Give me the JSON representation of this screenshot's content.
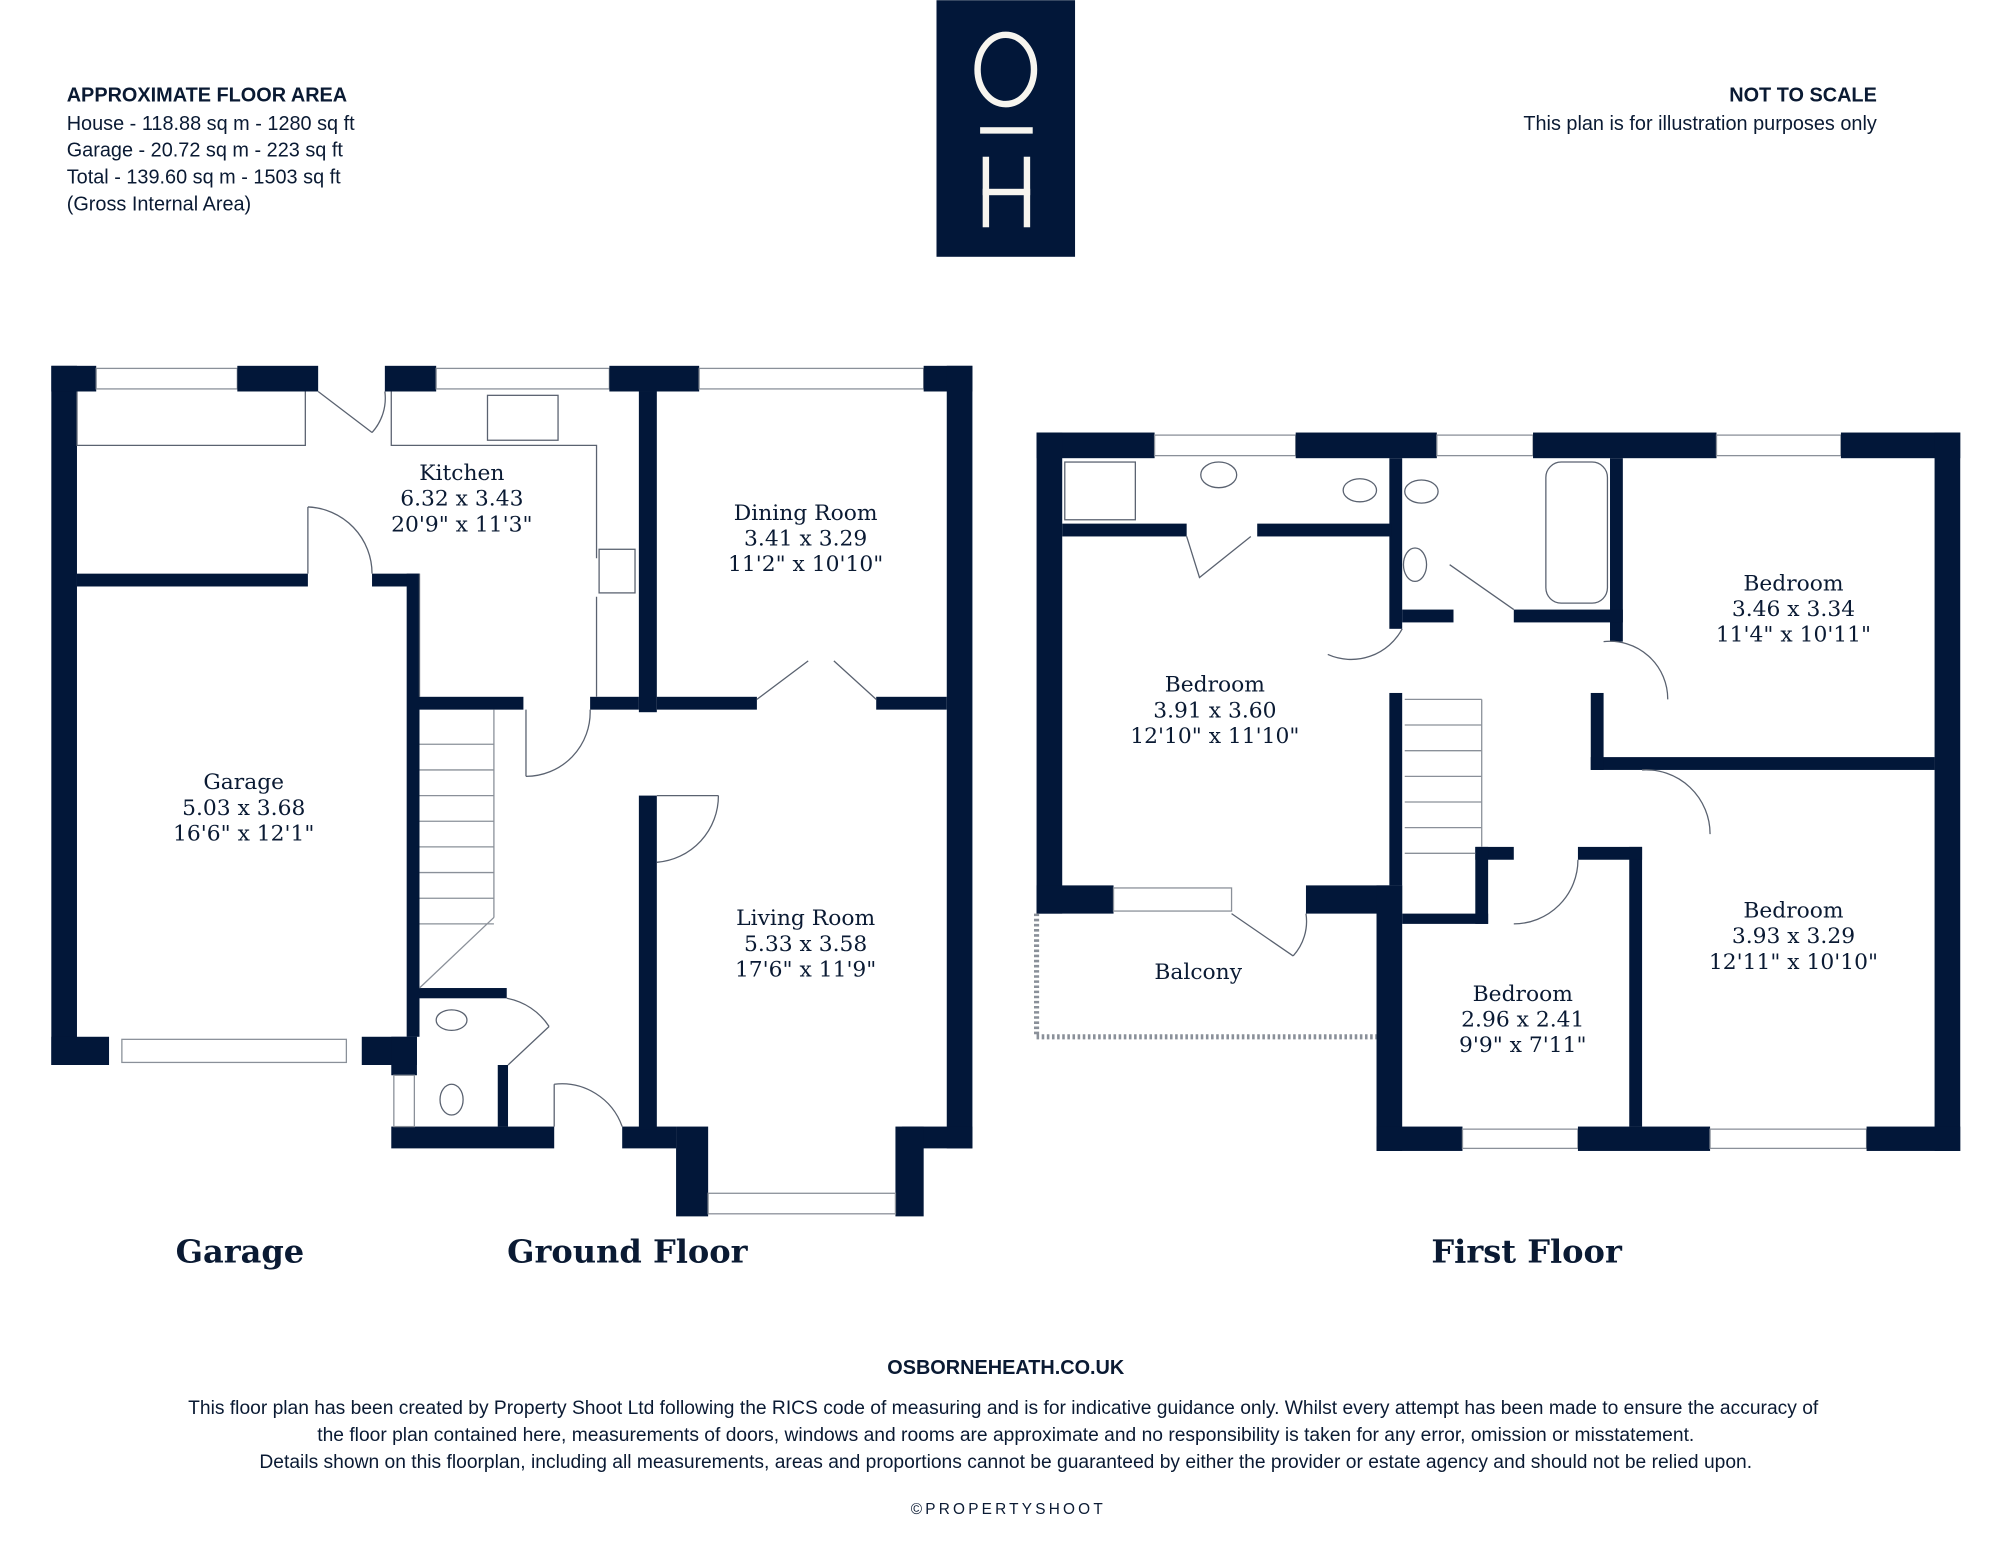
{
  "area": {
    "heading": "APPROXIMATE FLOOR AREA",
    "lines": [
      "House - 118.88 sq m - 1280 sq ft",
      "Garage - 20.72 sq m - 223 sq ft",
      "Total - 139.60 sq m - 1503 sq ft",
      "(Gross Internal Area)"
    ]
  },
  "scale_note": {
    "heading": "NOT TO SCALE",
    "text": "This plan is for illustration purposes only"
  },
  "logo": {
    "text": "O H"
  },
  "rooms": {
    "kitchen": {
      "name": "Kitchen",
      "metric": "6.32 x 3.43",
      "imperial": "20'9\" x 11'3\""
    },
    "dining": {
      "name": "Dining Room",
      "metric": "3.41 x 3.29",
      "imperial": "11'2\" x 10'10\""
    },
    "garage": {
      "name": "Garage",
      "metric": "5.03 x 3.68",
      "imperial": "16'6\" x 12'1\""
    },
    "living": {
      "name": "Living Room",
      "metric": "5.33 x 3.58",
      "imperial": "17'6\" x 11'9\""
    },
    "bed1": {
      "name": "Bedroom",
      "metric": "3.91 x 3.60",
      "imperial": "12'10\" x 11'10\""
    },
    "bed2": {
      "name": "Bedroom",
      "metric": "3.46 x 3.34",
      "imperial": "11'4\" x 10'11\""
    },
    "bed3": {
      "name": "Bedroom",
      "metric": "3.93 x 3.29",
      "imperial": "12'11\" x 10'10\""
    },
    "bed4": {
      "name": "Bedroom",
      "metric": "2.96 x 2.41",
      "imperial": "9'9\" x 7'11\""
    },
    "balcony": {
      "name": "Balcony"
    }
  },
  "floor_labels": {
    "garage": "Garage",
    "ground": "Ground Floor",
    "first": "First Floor"
  },
  "footer": {
    "website": "OSBORNEHEATH.CO.UK",
    "disclaimer": [
      "This floor plan has been created by Property Shoot Ltd following the RICS code of measuring and is for indicative guidance only. Whilst every attempt has been made to ensure the accuracy of",
      "the floor plan contained here, measurements of doors, windows and rooms are approximate and no responsibility is taken for any error, omission or misstatement.",
      "Details shown on this floorplan, including all measurements, areas and proportions cannot be guaranteed by either the provider or estate agency and should not be relied upon."
    ],
    "copyright": "©PROPERTYSHOOT"
  },
  "colors": {
    "wall": "#021739",
    "text": "#0a1a33"
  }
}
